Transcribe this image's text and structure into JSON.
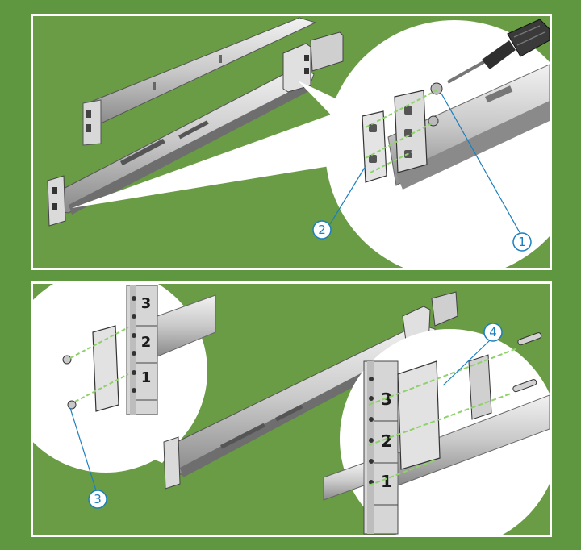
{
  "colors": {
    "background": "#5f9640",
    "panel": "#6a9b45",
    "border": "#ffffff",
    "callout": "#1a7fbf",
    "screw_guide": "#8fd16a",
    "rail_light": "#e2e2e2",
    "rail_dark": "#7a7a7a"
  },
  "callouts": {
    "c1": "1",
    "c2": "2",
    "c3": "3",
    "c4": "4"
  },
  "rack_numbers": {
    "left": [
      "3",
      "2",
      "1"
    ],
    "right": [
      "3",
      "2",
      "1"
    ]
  },
  "icons": {
    "tool": "screwdriver-icon"
  }
}
